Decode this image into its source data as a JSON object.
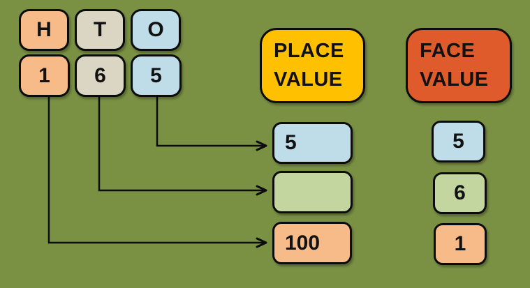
{
  "diagram": {
    "number_columns": {
      "headers": [
        {
          "label": "H"
        },
        {
          "label": "T"
        },
        {
          "label": "O"
        }
      ],
      "digits": [
        {
          "label": "1"
        },
        {
          "label": "6"
        },
        {
          "label": "5"
        }
      ]
    },
    "place_value": {
      "title_line1": "PLACE",
      "title_line2": "VALUE",
      "results": [
        {
          "value": "5"
        },
        {
          "value": ""
        },
        {
          "value": "100"
        }
      ]
    },
    "face_value": {
      "title_line1": "FACE",
      "title_line2": "VALUE",
      "results": [
        {
          "value": "5"
        },
        {
          "value": "6"
        },
        {
          "value": "1"
        }
      ]
    }
  },
  "colors": {
    "background": "#7A9144",
    "hundreds_fill": "#F6BB88",
    "tens_header_fill": "#DAD6C3",
    "ones_fill": "#BEDDE9",
    "tens_result_fill": "#C3D6A0",
    "place_value_header_fill": "#FFC000",
    "face_value_header_fill": "#DF5B2B",
    "outline": "#0C0C0C"
  }
}
